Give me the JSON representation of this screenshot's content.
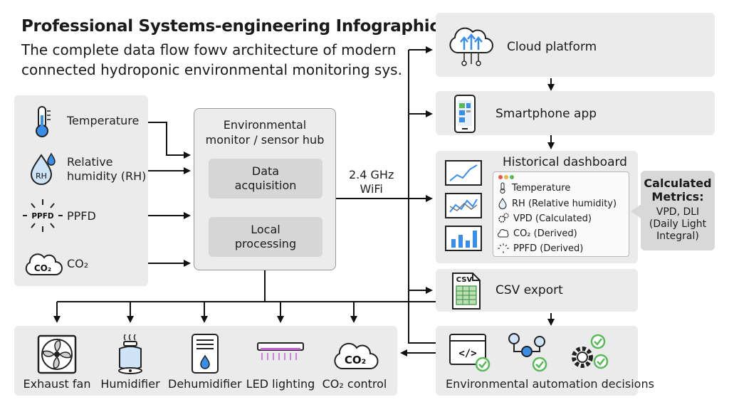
{
  "header": {
    "title": "Professional Systems-engineering Infographic",
    "subtitle": "The complete data flow fowv architecture of modern connected hydroponic environmental monitoring sys."
  },
  "sensors": [
    {
      "label": "Temperature",
      "icon": "thermometer-icon"
    },
    {
      "label": "Relative\nhumidity (RH)",
      "icon": "humidity-drop-icon",
      "icon_text": "RH"
    },
    {
      "label": "PPFD",
      "icon": "ppfd-light-icon",
      "icon_text": "PPFD"
    },
    {
      "label": "CO₂",
      "icon": "co2-cloud-icon",
      "icon_text": "CO₂"
    }
  ],
  "hub": {
    "title": "Environmental\nmonitor / sensor hub",
    "stage1": "Data\nacquisition",
    "stage2": "Local\nprocessing"
  },
  "link": {
    "label": "2.4 GHz\nWiFi"
  },
  "destinations": {
    "cloud": "Cloud platform",
    "smartphone": "Smartphone app",
    "dashboard": {
      "title": "Historical dashboard",
      "rows": [
        {
          "label": "Temperature",
          "icon": "thermometer-icon"
        },
        {
          "label": "RH (Relative humidity)",
          "icon": "humidity-drop-icon"
        },
        {
          "label": "VPD (Calculated)",
          "icon": "gears-icon"
        },
        {
          "label": "CO₂ (Derived)",
          "icon": "co2-cloud-icon"
        },
        {
          "label": "PPFD (Derived)",
          "icon": "ppfd-light-icon"
        }
      ]
    },
    "csv": {
      "label": "CSV export",
      "icon_text": "CSV"
    },
    "automation": "Environmental automation decisions"
  },
  "metrics": {
    "title": "Calculated\nMetrics:",
    "body": "VPD, DLI\n(Daily Light\nIntegral)"
  },
  "actuators": [
    {
      "label": "Exhaust fan",
      "icon": "exhaust-fan-icon"
    },
    {
      "label": "Humidifier",
      "icon": "humidifier-icon"
    },
    {
      "label": "Dehumidifier",
      "icon": "dehumidifier-icon"
    },
    {
      "label": "LED lighting",
      "icon": "led-light-icon"
    },
    {
      "label": "CO₂ control",
      "icon": "co2-control-icon",
      "icon_text": "CO₂"
    }
  ],
  "colors": {
    "panel": "#ebebeb",
    "accent_blue": "#3a8ee6",
    "check_green": "#5cb85c",
    "led_purple": "#c060d0"
  }
}
